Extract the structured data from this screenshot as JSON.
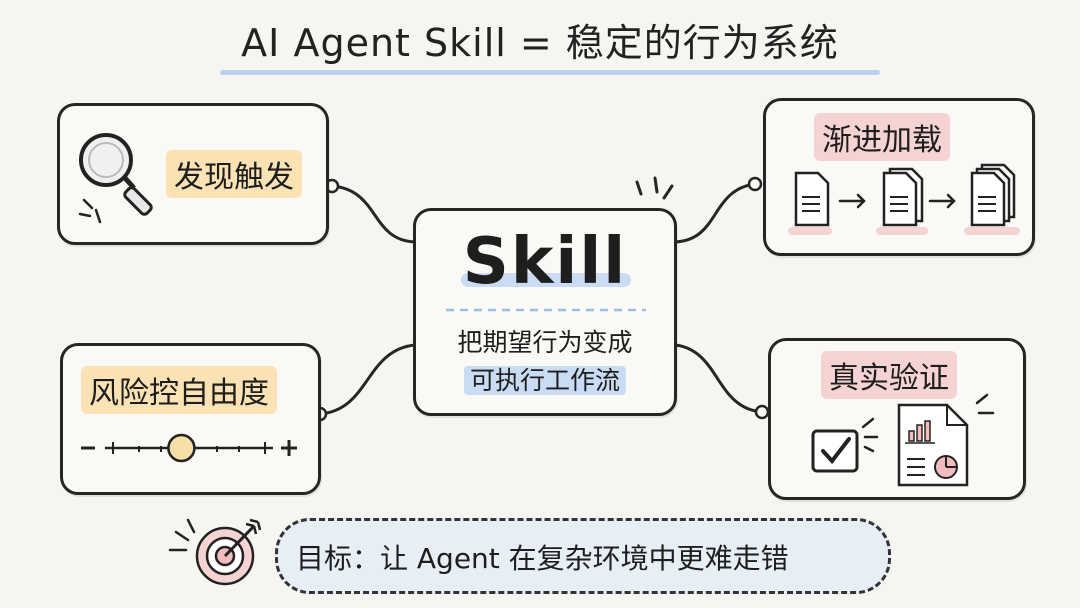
{
  "title": "AI Agent Skill = 稳定的行为系统",
  "center": {
    "title": "Skill",
    "line1": "把期望行为变成",
    "line2": "可执行工作流"
  },
  "cards": {
    "discover": {
      "label": "发现触发",
      "icon": "magnifier-icon"
    },
    "progressive": {
      "label": "渐进加载",
      "icon": "documents-icon"
    },
    "risk": {
      "label": "风险控自由度",
      "icon": "slider-icon",
      "slider_level": 0.45
    },
    "verify": {
      "label": "真实验证",
      "icon": "checkbox-report-icon"
    }
  },
  "slider": {
    "minus": "−",
    "plus": "+"
  },
  "goal": {
    "text": "目标：让 Agent 在复杂环境中更难走错",
    "icon": "target-icon"
  },
  "colors": {
    "highlight_yellow": "#fbe2b4",
    "highlight_red": "#f6d3d3",
    "highlight_blue": "#c9dcf3",
    "background": "#f6f5f1"
  }
}
